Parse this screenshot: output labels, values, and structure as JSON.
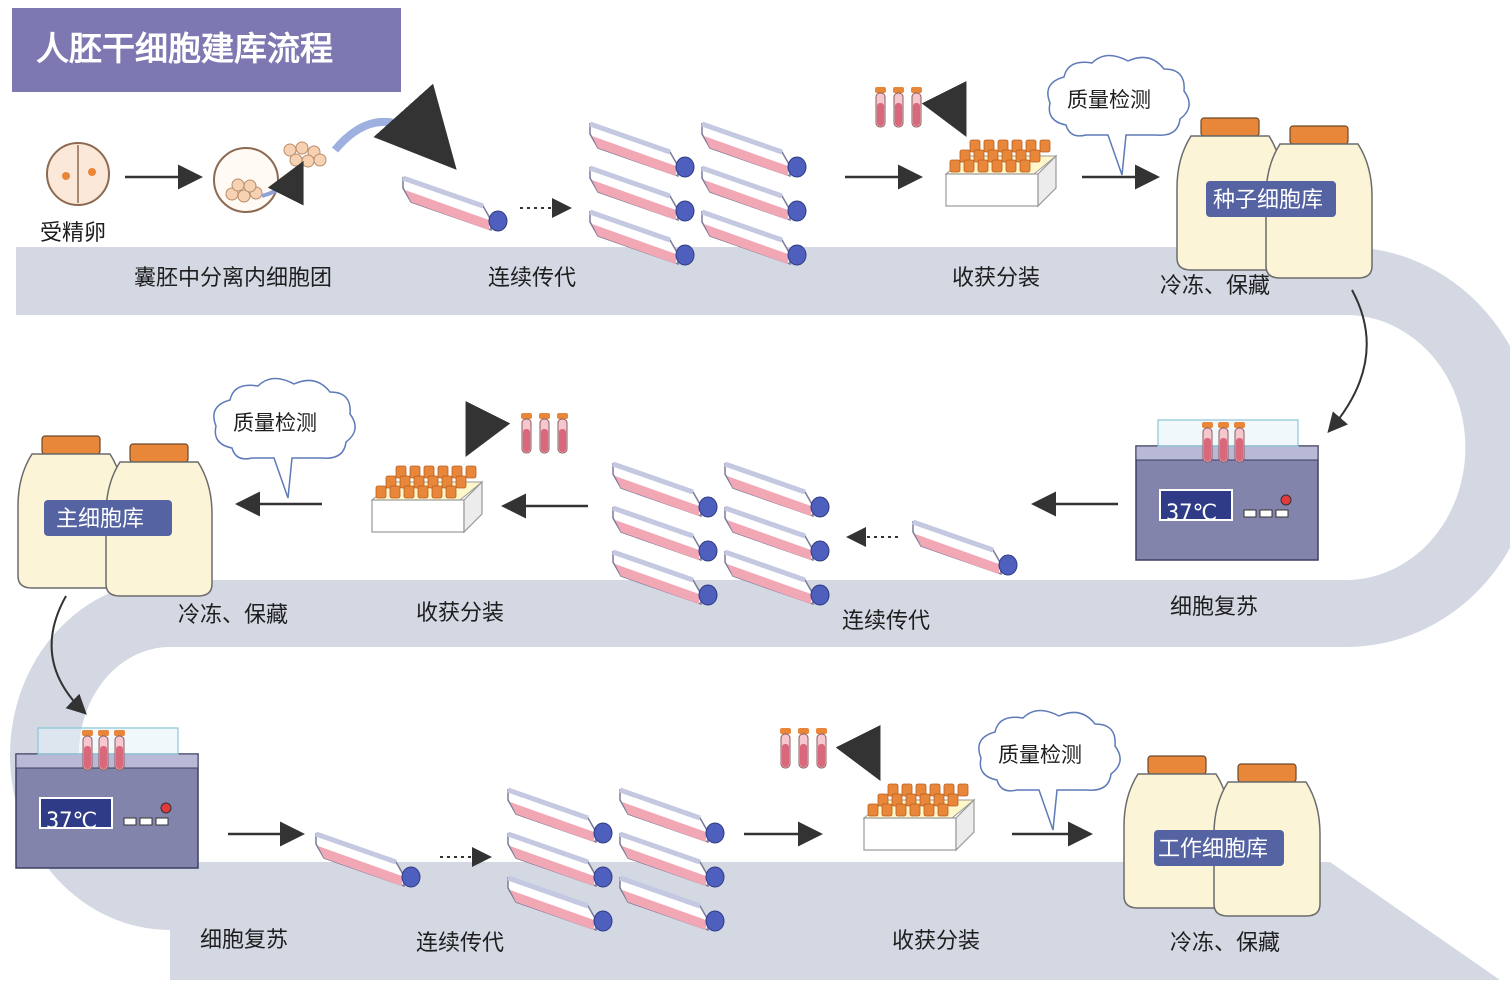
{
  "title": "人胚干细胞建库流程",
  "colors": {
    "title_bg": "#7d78b1",
    "band": "#d3d8e3",
    "flask_media": "#f0a3b1",
    "flask_cap": "#4f5fbe",
    "tube_cap": "#e8863a",
    "jar_body": "#fbf4d6",
    "jar_label": "#5563a2",
    "bath": "#7f7fa8",
    "arrow": "#333333",
    "curve_arrow": "#8fa2d8"
  },
  "row1": {
    "egg_label": "受精卵",
    "step1_label": "囊胚中分离内细胞团",
    "step2_label": "连续传代",
    "step3_label": "收获分装",
    "qc_label": "质量检测",
    "bank_label": "种子细胞库",
    "store_label": "冷冻、保藏"
  },
  "row2": {
    "thaw_label": "细胞复苏",
    "passage_label": "连续传代",
    "harvest_label": "收获分装",
    "qc_label": "质量检测",
    "bank_label": "主细胞库",
    "store_label": "冷冻、保藏",
    "bath_display": "37℃"
  },
  "row3": {
    "thaw_label": "细胞复苏",
    "passage_label": "连续传代",
    "harvest_label": "收获分装",
    "qc_label": "质量检测",
    "bank_label": "工作细胞库",
    "store_label": "冷冻、保藏",
    "bath_display": "37℃"
  }
}
